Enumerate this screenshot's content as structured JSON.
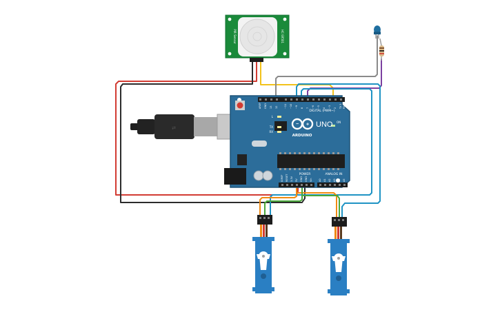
{
  "board": {
    "brand": "ARDUINO",
    "model": "UNO",
    "digital_label": "DIGITAL (PWM~)",
    "power_label": "POWER",
    "analog_label": "ANALOG IN",
    "tx_label": "TX",
    "rx_label": "RX",
    "l_label": "L",
    "on_label": "ON",
    "aref_label": "AREF",
    "gnd_label": "GND",
    "ioref_label": "IOREF",
    "reset_label": "RESET",
    "v33_label": "3.3V",
    "v5_label": "5V",
    "vin_label": "Vin",
    "digital_pins": [
      "13",
      "12",
      "~11",
      "~10",
      "~9",
      "8",
      "7",
      "~6",
      "~5",
      "4",
      "~3",
      "2",
      "TX 1",
      "RX 0"
    ],
    "analog_pins": [
      "A0",
      "A1",
      "A2",
      "A3",
      "A4",
      "A5"
    ]
  },
  "pir": {
    "label_left": "PIR Sensor",
    "label_right": "HC-SR501"
  },
  "colors": {
    "board": "#2c6d9a",
    "board_edge": "#1f5478",
    "pir_board": "#1a8a3a",
    "servo": "#2a7fc3",
    "wire_red": "#d23b32",
    "wire_black": "#2b2b2b",
    "wire_yellow": "#f2c21b",
    "wire_orange": "#f08a12",
    "wire_green": "#4aa83a",
    "wire_blue": "#1e93c4",
    "wire_gray": "#8a8a8a",
    "wire_purple": "#7b3fa0",
    "led": "#1f6fa0"
  }
}
